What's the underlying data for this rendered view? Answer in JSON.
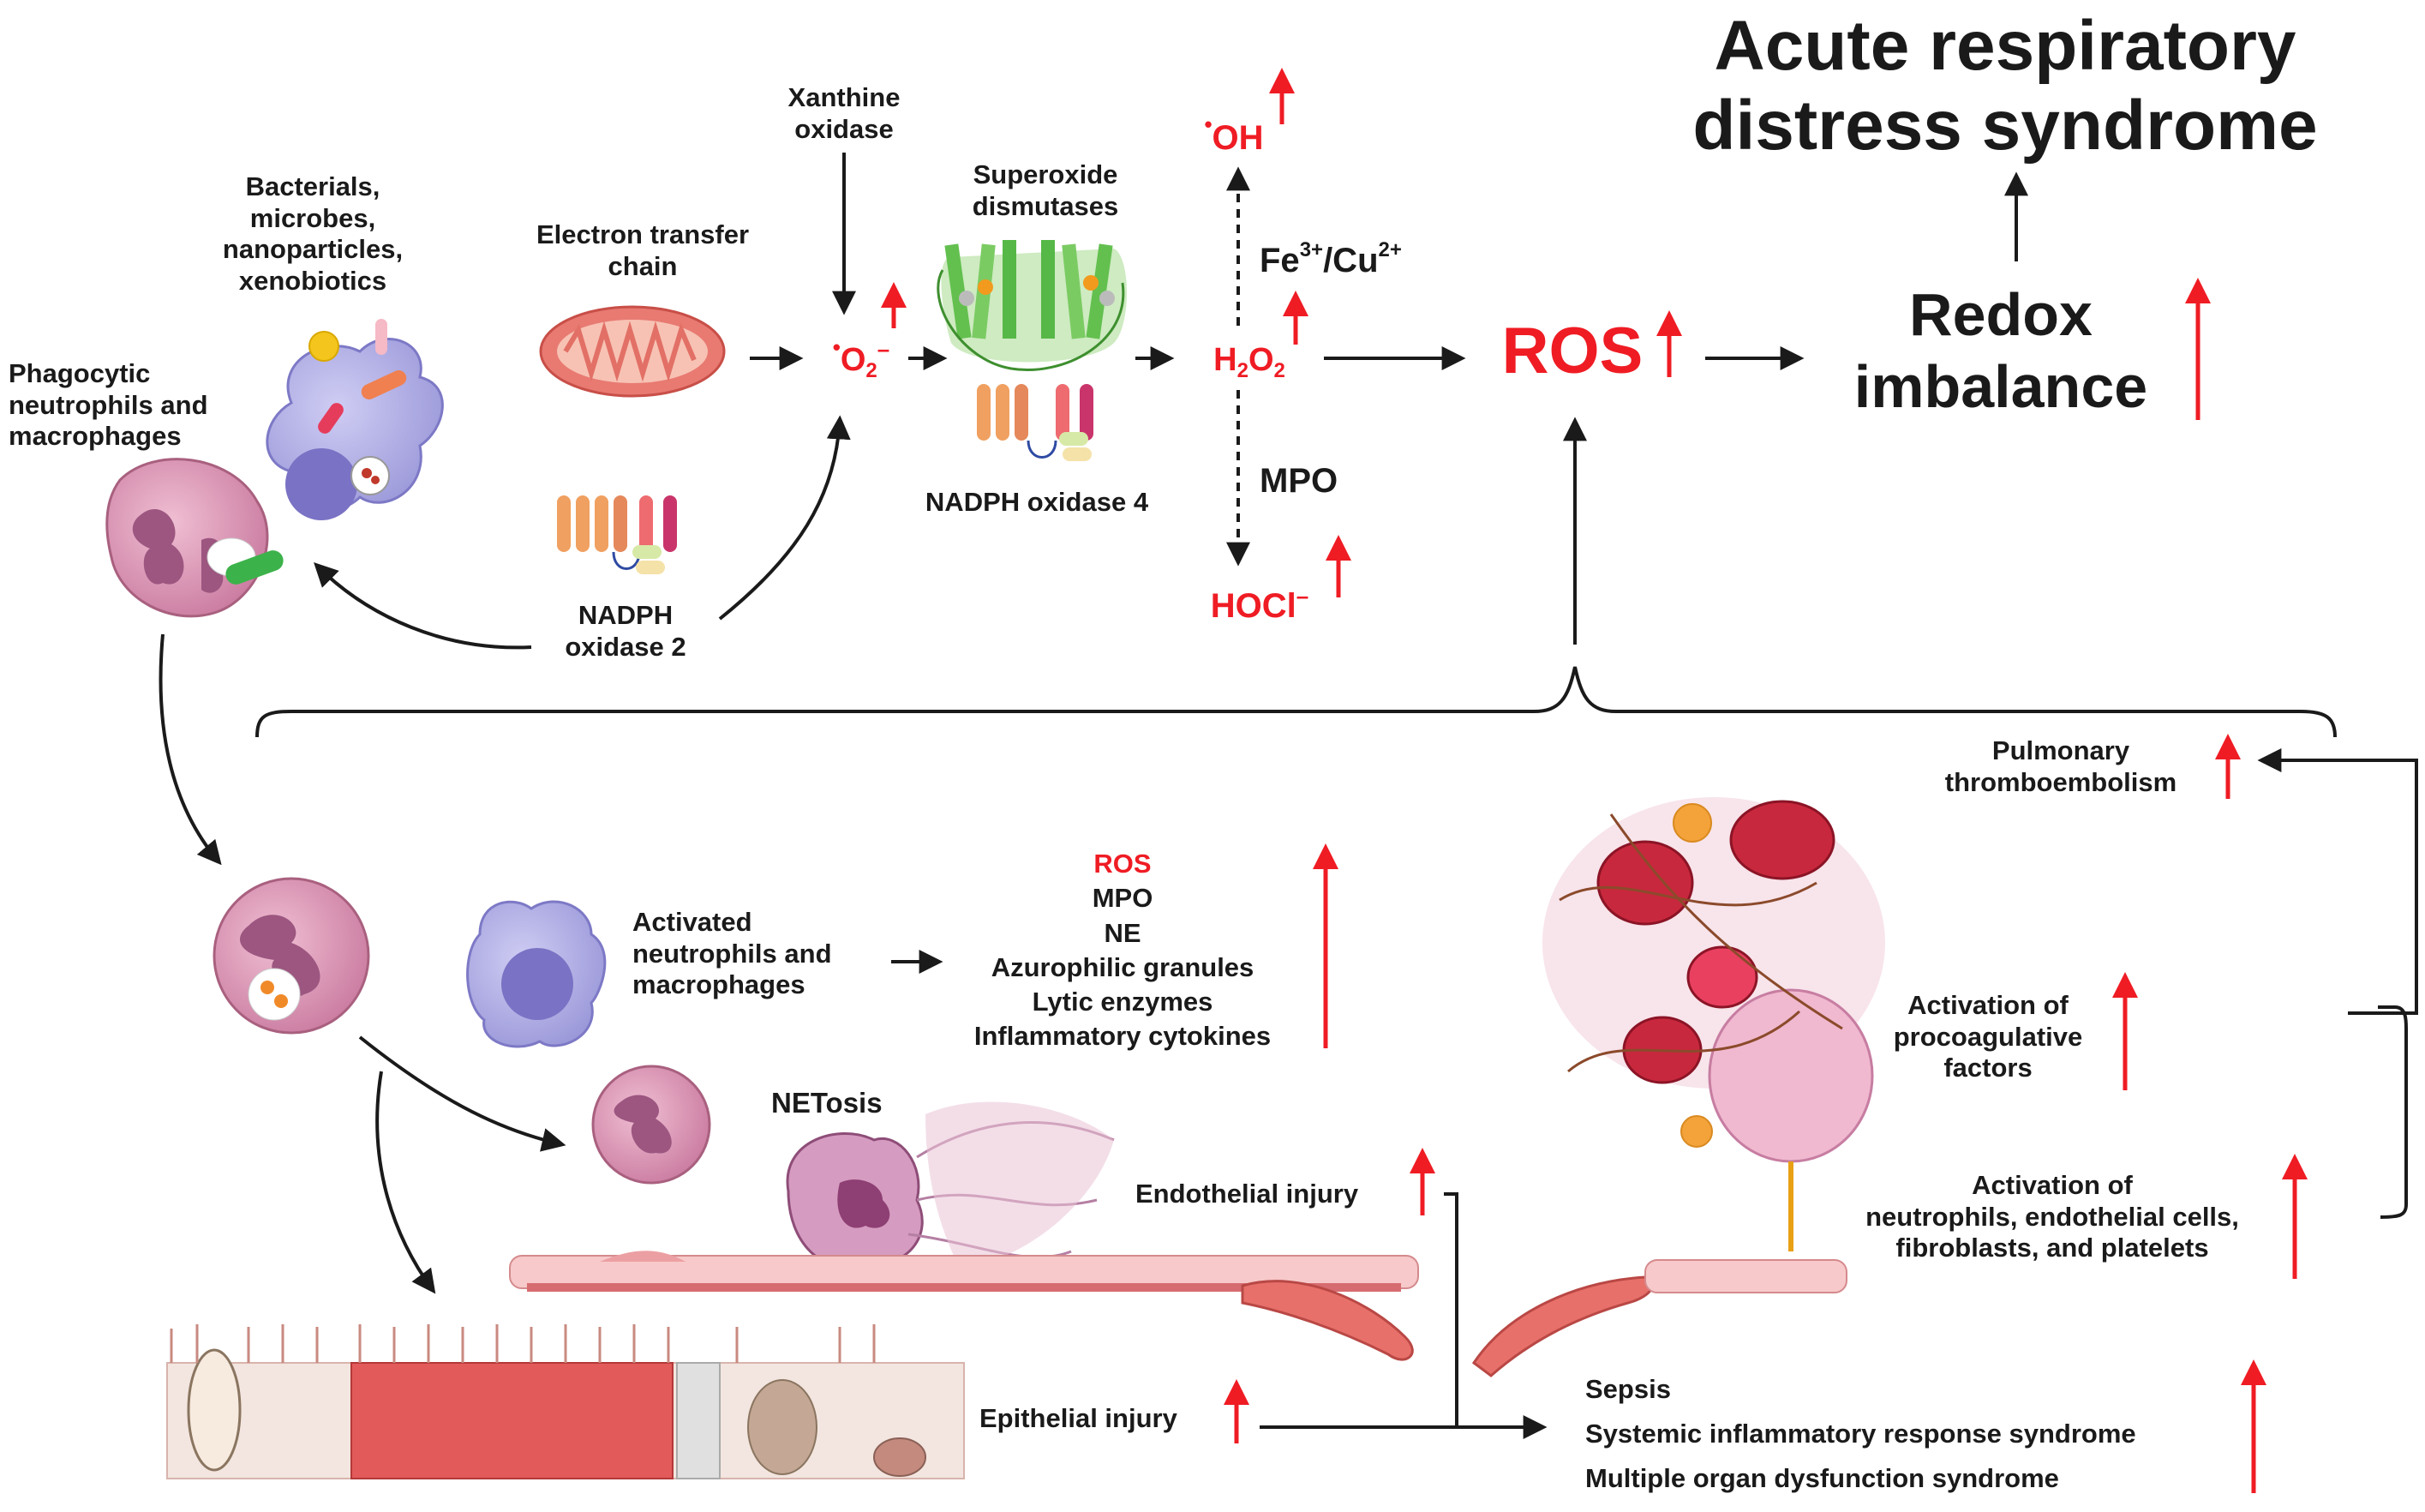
{
  "title": {
    "line1": "Acute respiratory",
    "line2": "distress syndrome"
  },
  "redox": {
    "line1": "Redox",
    "line2": "imbalance"
  },
  "ros_main": "ROS",
  "sources": {
    "bacteria": [
      "Bacterials,",
      "microbes,",
      "nanoparticles,",
      "xenobiotics"
    ],
    "phagocytic": [
      "Phagocytic",
      "neutrophils and",
      "macrophages"
    ],
    "etc": [
      "Electron transfer",
      "chain"
    ],
    "xanthine": [
      "Xanthine",
      "oxidase"
    ],
    "sod": [
      "Superoxide",
      "dismutases"
    ],
    "nox2": [
      "NADPH",
      "oxidase 2"
    ],
    "nox4": "NADPH oxidase 4"
  },
  "species": {
    "superoxide": "O",
    "superoxide_sub": "2",
    "superoxide_sup": "–",
    "radical_dot": "•",
    "hydroxyl": "OH",
    "h2o2_a": "H",
    "h2o2_sub1": "2",
    "h2o2_b": "O",
    "h2o2_sub2": "2",
    "metals_a": "Fe",
    "metals_sup1": "3+",
    "metals_b": "/Cu",
    "metals_sup2": "2+",
    "mpo": "MPO",
    "hocl": "HOCl",
    "hocl_sup": "–"
  },
  "activated": {
    "label": [
      "Activated",
      "neutrophils and",
      "macrophages"
    ],
    "products": [
      "ROS",
      "MPO",
      "NE",
      "Azurophilic granules",
      "Lytic enzymes",
      "Inflammatory cytokines"
    ]
  },
  "netosis": "NETosis",
  "injuries": {
    "endothelial": "Endothelial injury",
    "epithelial": "Epithelial injury"
  },
  "right_panel": {
    "pte": [
      "Pulmonary",
      "thromboembolism"
    ],
    "procoag": [
      "Activation of",
      "procoagulative",
      "factors"
    ],
    "activation": [
      "Activation of",
      "neutrophils, endothelial cells,",
      "fibroblasts, and platelets"
    ]
  },
  "outcomes": [
    "Sepsis",
    "Systemic inflammatory response syndrome",
    "Multiple organ dysfunction syndrome"
  ],
  "colors": {
    "accent_red": "#ef1c24",
    "arrow": "#1a1a1a",
    "membrane_green": "#56b847",
    "cell_purple": "#a9a6e0",
    "neutrophil_pink": "#cf86a8"
  }
}
